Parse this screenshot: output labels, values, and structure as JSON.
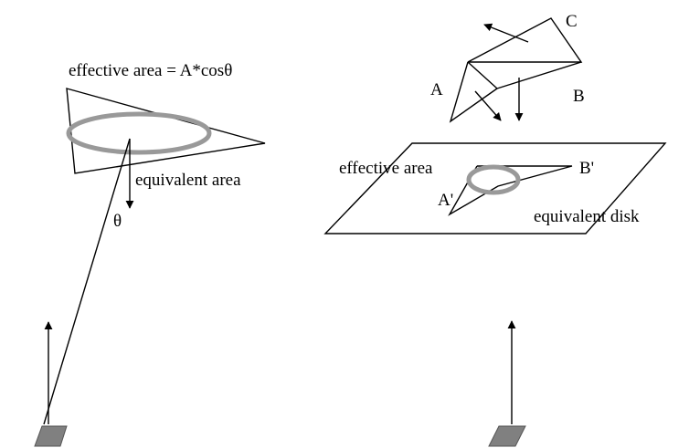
{
  "left_panel": {
    "effective_area_formula": "effective area = A*cosθ",
    "equivalent_area_label": "equivalent area",
    "theta_label": "θ"
  },
  "right_panel": {
    "vertex_a": "A",
    "vertex_b": "B",
    "vertex_c": "C",
    "effective_area_label": "effective area",
    "projected_vertex_a": "A'",
    "projected_vertex_b": "B'",
    "equivalent_disk_label": "equivalent disk"
  },
  "colors": {
    "ink": "#000000",
    "disk_ring": "#999999",
    "base_patch": "#808080"
  }
}
